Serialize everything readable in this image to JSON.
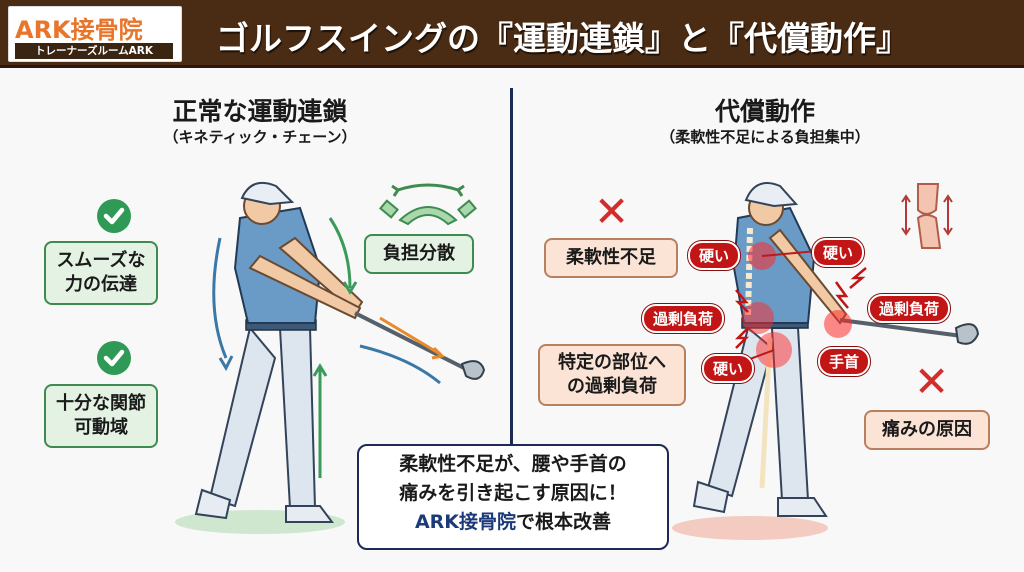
{
  "header": {
    "logo": {
      "main": "ARK接骨院",
      "sub": "トレーナーズルームARK"
    },
    "title": "ゴルフスイングの『運動連鎖』と『代償動作』"
  },
  "left_panel": {
    "title": "正常な運動連鎖",
    "subtitle": "（キネティック・チェーン）",
    "points": [
      {
        "icon": "check-icon",
        "line1": "スムーズな",
        "line2": "力の伝達"
      },
      {
        "icon": "check-icon",
        "line1": "十分な関節",
        "line2": "可動域"
      }
    ],
    "load_label": "負担分散",
    "accent_color": "#3f8a4f"
  },
  "right_panel": {
    "title": "代償動作",
    "subtitle": "（柔軟性不足による負担集中）",
    "points": [
      {
        "icon": "x-icon",
        "line1": "柔軟性不足",
        "line2": ""
      },
      {
        "icon": "",
        "line1": "特定の部位へ",
        "line2": "の過剰負荷"
      },
      {
        "icon": "x-icon",
        "line1": "痛みの原因",
        "line2": ""
      }
    ],
    "tags": {
      "upper_back_left": "硬い",
      "upper_back_right": "硬い",
      "lower_back": "過剰負荷",
      "hip": "硬い",
      "wrist_load": "過剰負荷",
      "wrist": "手首"
    },
    "accent_color": "#c21515"
  },
  "callout": {
    "line1": "柔軟性不足が、腰や手首の",
    "line2": "痛みを引き起こす原因に！",
    "line3_brand": "ARK接骨院",
    "line3_rest": "で根本改善"
  }
}
